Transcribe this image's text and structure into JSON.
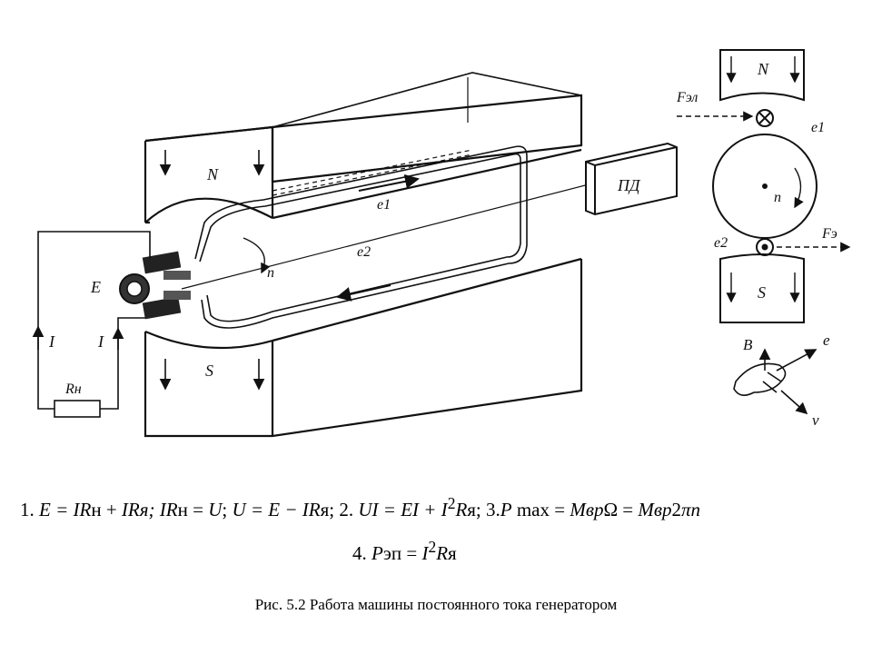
{
  "diagram": {
    "labels": {
      "north_pole": "N",
      "south_pole": "S",
      "emf": "E",
      "current_left": "I",
      "current_right": "I",
      "load_resistor": "Rн",
      "emf_upper_conductor": "e1",
      "emf_lower_conductor": "e2",
      "rotation": "n",
      "drive_motor": "ПД",
      "side_north": "N",
      "side_south": "S",
      "side_force_top": "Fэл",
      "side_force_bottom": "Fэ",
      "side_e1": "e1",
      "side_e2": "e2",
      "side_rotation": "n",
      "vector_b": "B",
      "vector_e": "e",
      "vector_v": "v"
    }
  },
  "formulas": {
    "line1": {
      "p1": "1. ",
      "p2": "E = IR",
      "p3": "н + ",
      "p4": "IR",
      "p5": "я; ",
      "p6": "IR",
      "p7": "н = ",
      "p8": "U",
      "p9": "; ",
      "p10": "U = E − IR",
      "p11": "я; 2. ",
      "p12": "UI = EI + I",
      "p13": "2",
      "p14": "R",
      "p15": "я; 3.",
      "p16": "P",
      "p17": " max = ",
      "p18": "Mвр",
      "p19": "Ω = ",
      "p20": "Mвр",
      "p21": "2",
      "p22": "πn"
    },
    "line2": {
      "p1": "4. ",
      "p2": "P",
      "p3": "эп = ",
      "p4": "I",
      "p5": "2",
      "p6": "R",
      "p7": "я"
    }
  },
  "caption": "Рис. 5.2 Работа машины постоянного тока генератором"
}
